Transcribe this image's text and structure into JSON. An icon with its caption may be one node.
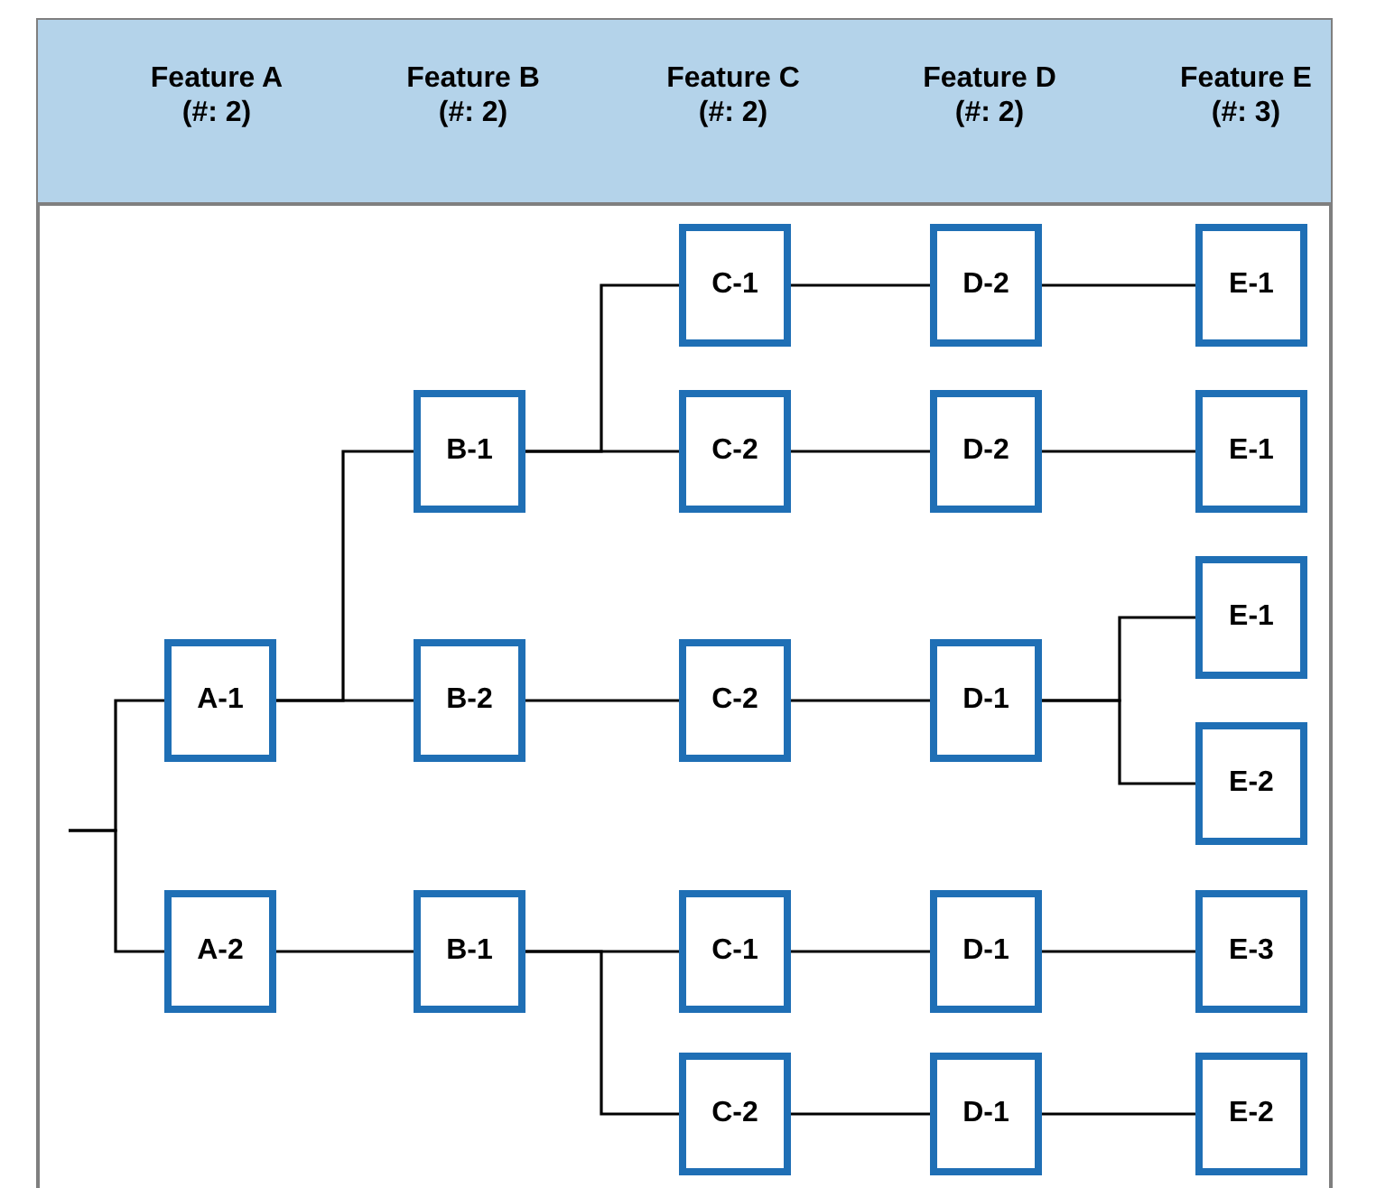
{
  "diagram": {
    "nodes": [
      {
        "text": [
          "A-1"
        ]
      },
      {
        "text": [
          "A-2"
        ]
      },
      {
        "text": [
          "B-1"
        ]
      },
      {
        "text": [
          "B-2"
        ]
      },
      {
        "text": [
          "B-1"
        ]
      },
      {
        "text": [
          "C-1"
        ]
      },
      {
        "text": [
          "C-2"
        ]
      },
      {
        "text": [
          "C-2"
        ]
      },
      {
        "text": [
          "C-1"
        ]
      },
      {
        "text": [
          "C-2"
        ]
      },
      {
        "text": [
          "D-2"
        ]
      },
      {
        "text": [
          "D-2"
        ]
      },
      {
        "text": [
          "D-1"
        ]
      },
      {
        "text": [
          "D-1"
        ]
      },
      {
        "text": [
          "D-1"
        ]
      },
      {
        "text": [
          "E-1"
        ]
      },
      {
        "text": [
          "E-1"
        ]
      },
      {
        "text": [
          "E-1"
        ]
      },
      {
        "text": [
          "E-2"
        ]
      },
      {
        "text": [
          "E-3"
        ]
      },
      {
        "text": [
          "E-2"
        ]
      }
    ],
    "edges": [
      {
        "from": null,
        "to": 0,
        "arrow": "none"
      },
      {
        "from": null,
        "to": 1,
        "arrow": "none"
      },
      {
        "from": 0,
        "to": 2,
        "arrow": "none"
      },
      {
        "from": 0,
        "to": 3,
        "arrow": "none"
      },
      {
        "from": 2,
        "to": 5,
        "arrow": "none"
      },
      {
        "from": 2,
        "to": 6,
        "arrow": "none"
      },
      {
        "from": 5,
        "to": 10,
        "arrow": "none"
      },
      {
        "from": 6,
        "to": 11,
        "arrow": "none"
      },
      {
        "from": 10,
        "to": 15,
        "arrow": "none"
      },
      {
        "from": 11,
        "to": 16,
        "arrow": "none"
      },
      {
        "from": 3,
        "to": 7,
        "arrow": "none"
      },
      {
        "from": 7,
        "to": 12,
        "arrow": "none"
      },
      {
        "from": 12,
        "to": 17,
        "arrow": "none"
      },
      {
        "from": 12,
        "to": 18,
        "arrow": "none"
      },
      {
        "from": 1,
        "to": 4,
        "arrow": "none"
      },
      {
        "from": 4,
        "to": 8,
        "arrow": "none"
      },
      {
        "from": 4,
        "to": 9,
        "arrow": "none"
      },
      {
        "from": 8,
        "to": 13,
        "arrow": "none"
      },
      {
        "from": 9,
        "to": 14,
        "arrow": "none"
      },
      {
        "from": 13,
        "to": 19,
        "arrow": "none"
      },
      {
        "from": 14,
        "to": 20,
        "arrow": "none"
      }
    ],
    "labels": [
      "Feature A (#: 2)",
      "Feature B (#: 2)",
      "Feature C (#: 2)",
      "Feature D (#: 2)",
      "Feature E (#: 3)"
    ]
  }
}
